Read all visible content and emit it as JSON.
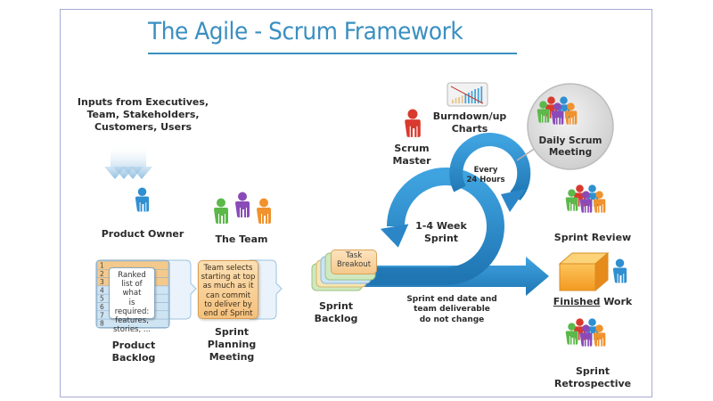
{
  "title": "The Agile - Scrum Framework",
  "inputs": {
    "label": "Inputs from Executives, Team, Stakeholders, Customers, Users",
    "lines": [
      "Inputs from Executives,",
      "Team, Stakeholders,",
      "Customers, Users"
    ]
  },
  "roles": {
    "product_owner": "Product Owner",
    "the_team": "The Team",
    "scrum_master": [
      "Scrum",
      "Master"
    ]
  },
  "product_backlog": {
    "label": [
      "Product",
      "Backlog"
    ],
    "rows": [
      "1",
      "2",
      "3",
      "4",
      "5",
      "6",
      "7",
      "8"
    ],
    "note": [
      "Ranked",
      "list of what",
      "is required:",
      "features,",
      "stories, ..."
    ]
  },
  "sprint_planning": {
    "label": [
      "Sprint",
      "Planning",
      "Meeting"
    ],
    "note": [
      "Team selects",
      "starting at top",
      "as much as it",
      "can commit",
      "to deliver by",
      "end of Sprint"
    ]
  },
  "sprint_backlog": {
    "label": [
      "Sprint",
      "Backlog"
    ],
    "task_breakout": [
      "Task",
      "Breakout"
    ]
  },
  "burndown": {
    "label": [
      "Burndown/up",
      "Charts"
    ]
  },
  "daily_scrum": {
    "label": [
      "Daily Scrum",
      "Meeting"
    ]
  },
  "cycles": {
    "daily": [
      "Every",
      "24 Hours"
    ],
    "sprint": [
      "1-4 Week",
      "Sprint"
    ]
  },
  "sprint_note": [
    "Sprint end date and",
    "team deliverable",
    "do not change"
  ],
  "outputs": {
    "sprint_review": "Sprint Review",
    "finished_work": {
      "underlined": "Finished",
      "rest": " Work"
    },
    "sprint_retrospective": [
      "Sprint",
      "Retrospective"
    ]
  },
  "colors": {
    "title": "#3a8fc0",
    "arrow_blue": "#2d8ccb",
    "person_blue": "#2f8fd0",
    "person_green": "#5cb84a",
    "person_purple": "#8a4bb8",
    "person_orange": "#f0922e",
    "person_red": "#d93a2e",
    "backlog_orange": "#f4c98c",
    "backlog_blue": "#cfe4f3"
  }
}
